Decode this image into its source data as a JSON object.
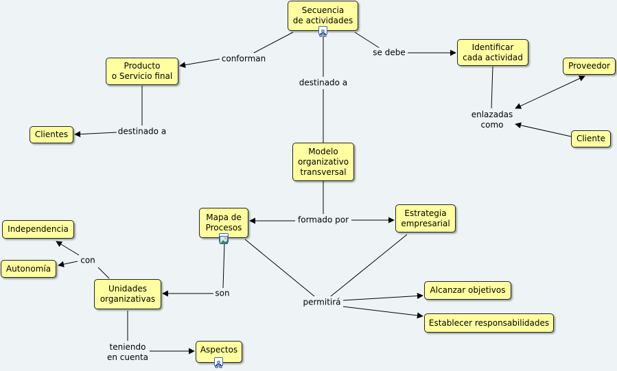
{
  "nodes": {
    "secuencia": "Secuencia\nde actividades",
    "producto": "Producto\no Servicio final",
    "clientes": "Clientes",
    "identificar": "Identificar\ncada actividad",
    "proveedor": "Proveedor",
    "cliente": "Cliente",
    "modelo": "Modelo\norganizativo\ntransversal",
    "mapa": "Mapa de\nProcesos",
    "estrategia": "Estrategia\nempresarial",
    "independencia": "Independencia",
    "autonomia": "Autonomía",
    "unidades": "Unidades\norganizativas",
    "aspectos": "Aspectos",
    "alcanzar": "Alcanzar objetivos",
    "establecer": "Establecer responsabilidades"
  },
  "links": {
    "conforman": "conforman",
    "se_debe": "se debe",
    "destinado_a_1": "destinado a",
    "destinado_a_2": "destinado a",
    "enlazadas_como": "enlazadas\ncomo",
    "formado_por": "formado por",
    "con": "con",
    "son": "son",
    "permitira": "permitirá",
    "teniendo": "teniendo\nen cuenta"
  },
  "icons": {
    "secuencia": "concept-map-icon",
    "mapa": "image-icon",
    "aspectos": "concept-map-icon"
  },
  "colors": {
    "node_fill": "#ffffa0",
    "background": "#eef4f6",
    "line": "#000000"
  }
}
